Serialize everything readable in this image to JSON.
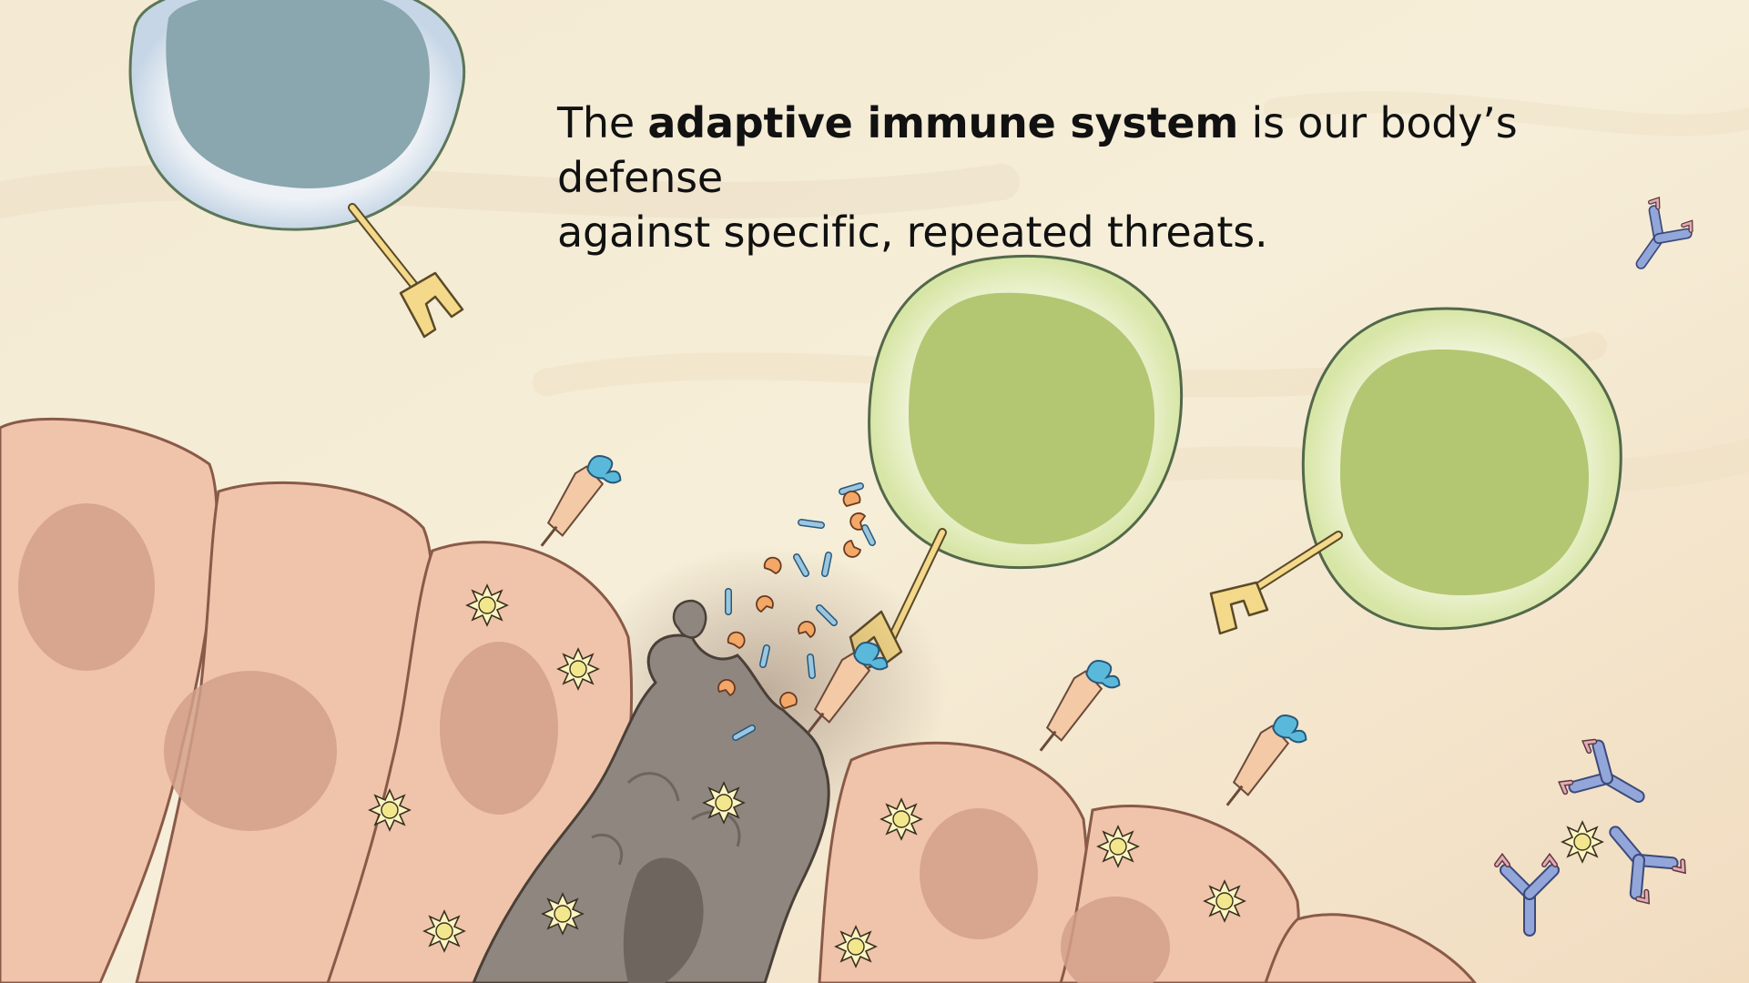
{
  "caption": {
    "before": "The ",
    "emphasis": "adaptive immune system",
    "after_line1": " is our body’s defense",
    "line2": "against specific, repeated threats."
  },
  "colors": {
    "background": "#f5ecd4",
    "tissue_cell_fill": "#f0c4aa",
    "tissue_cell_stroke": "#8a5a48",
    "nucleus": "#d4a08a",
    "dead_cell": "#8f8680",
    "t_cell_green": "#b3c672",
    "t_cell_membrane": "#e6efc4",
    "blue_cell_nucleus": "#8aa6ae",
    "blue_cell_membrane": "#dce6ee",
    "receptor_yellow": "#f4d98a",
    "antigen_blue": "#5dbedc",
    "mhc_peach": "#f2c9a8",
    "antibody_blue": "#8ea3d8",
    "antibody_pink": "#e0a8b0",
    "virus_yellow": "#f8f0a8"
  },
  "icons": {
    "blue_lymphocyte": "b-cell-icon",
    "green_lymphocyte": "t-cell-icon",
    "receptor": "t-cell-receptor-icon",
    "antigen": "antigen-icon",
    "antibody": "antibody-icon",
    "virus": "virus-particle-icon",
    "debris": "cell-debris-icon"
  }
}
